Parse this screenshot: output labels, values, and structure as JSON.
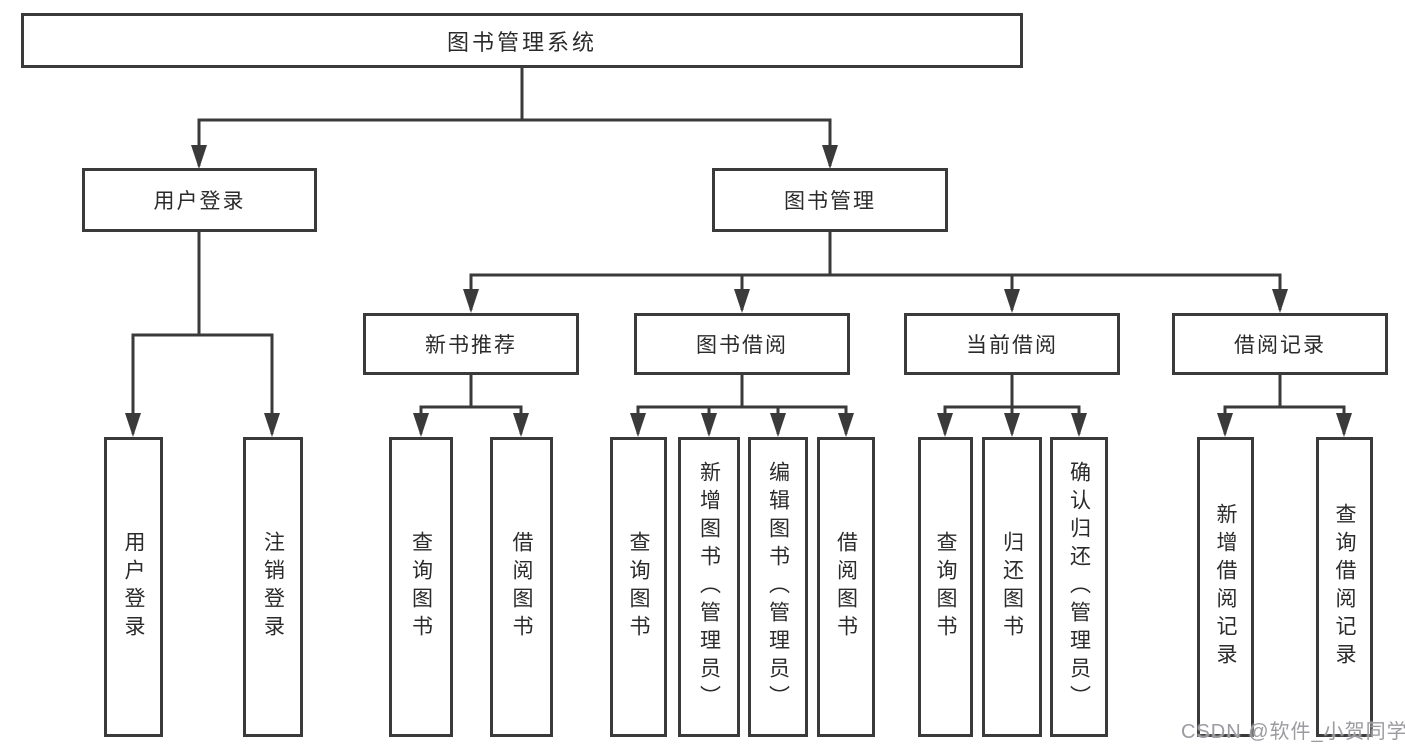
{
  "diagram": {
    "type": "hierarchy-tree",
    "colors": {
      "background": "#ffffff",
      "box_border": "#3a3a3a",
      "connector_line": "#3a3a3a",
      "text": "#2b2b2b",
      "watermark": "#9b9ba1"
    },
    "root": {
      "label": "图书管理系统"
    },
    "branches": [
      {
        "label": "用户登录",
        "children": [
          {
            "label": "用户登录"
          },
          {
            "label": "注销登录"
          }
        ]
      },
      {
        "label": "图书管理",
        "children": [
          {
            "label": "新书推荐",
            "children": [
              {
                "label": "查询图书"
              },
              {
                "label": "借阅图书"
              }
            ]
          },
          {
            "label": "图书借阅",
            "children": [
              {
                "label": "查询图书"
              },
              {
                "label": "新增图书（管理员）"
              },
              {
                "label": "编辑图书（管理员）"
              },
              {
                "label": "借阅图书"
              }
            ]
          },
          {
            "label": "当前借阅",
            "children": [
              {
                "label": "查询图书"
              },
              {
                "label": "归还图书"
              },
              {
                "label": "确认归还（管理员）"
              }
            ]
          },
          {
            "label": "借阅记录",
            "children": [
              {
                "label": "新增借阅记录"
              },
              {
                "label": "查询借阅记录"
              }
            ]
          }
        ]
      }
    ],
    "watermark": "CSDN @软件_小贺同学"
  }
}
